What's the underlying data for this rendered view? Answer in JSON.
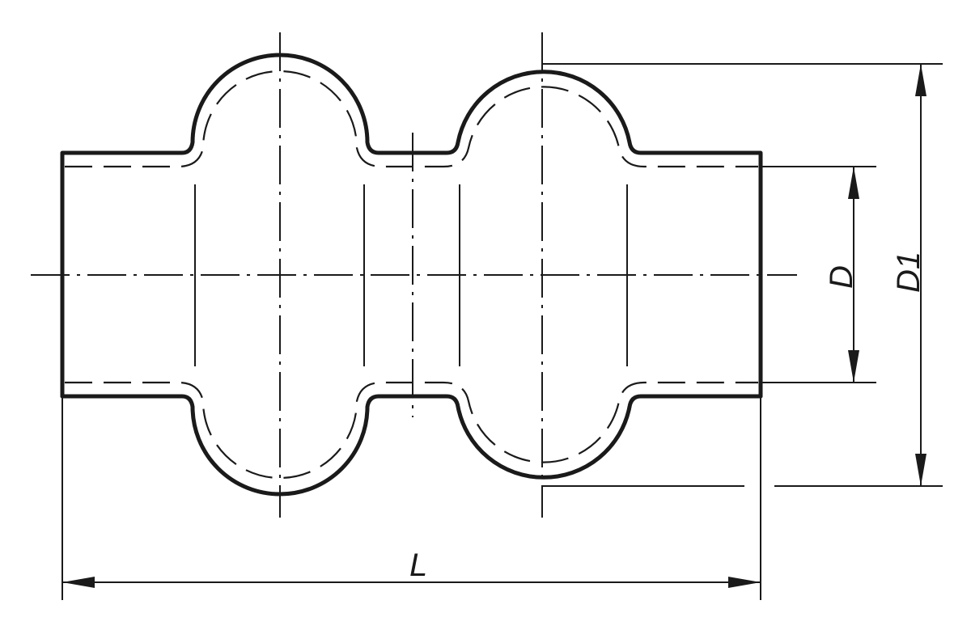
{
  "drawing": {
    "subject": "Double-convolution bellows (expansion joint) — side section view",
    "line_color": "#1a1a1a",
    "background": "#ffffff"
  },
  "dimensions": {
    "inner_diameter": {
      "label": "D",
      "orientation": "vertical"
    },
    "outer_diameter": {
      "label": "D1",
      "orientation": "vertical"
    },
    "length": {
      "label": "L",
      "orientation": "horizontal"
    }
  }
}
